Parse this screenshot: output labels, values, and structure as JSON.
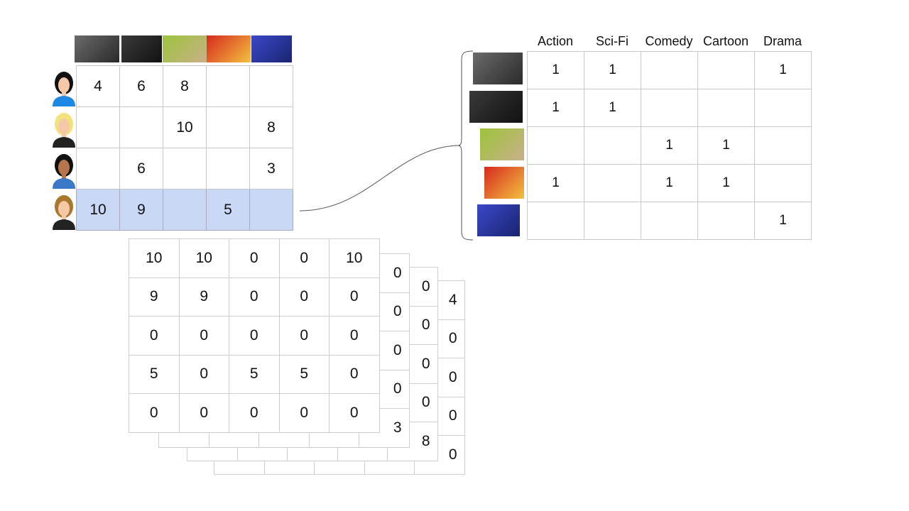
{
  "movies": [
    {
      "name": "star-wars",
      "c1": "#6b6b6b",
      "c2": "#2a2a2a"
    },
    {
      "name": "dark-knight-rises",
      "c1": "#3a3a3a",
      "c2": "#111111"
    },
    {
      "name": "shrek",
      "c1": "#9cc43a",
      "c2": "#c9b08a"
    },
    {
      "name": "incredibles",
      "c1": "#d62a1e",
      "c2": "#f3c040"
    },
    {
      "name": "drama-movie",
      "c1": "#3a48c8",
      "c2": "#1a2470"
    }
  ],
  "users": [
    {
      "name": "user-1",
      "hair": "#111111",
      "shirt": "#1e88e5",
      "skin": "#f5c9a8"
    },
    {
      "name": "user-2",
      "hair": "#f2e27a",
      "shirt": "#222222",
      "skin": "#f5c9a8"
    },
    {
      "name": "user-3",
      "hair": "#111111",
      "shirt": "#3c78c8",
      "skin": "#b8754a"
    },
    {
      "name": "user-4",
      "hair": "#a9782a",
      "shirt": "#222222",
      "skin": "#f5c9a8"
    }
  ],
  "ratings": [
    [
      "4",
      "6",
      "8",
      "",
      ""
    ],
    [
      "",
      "",
      "10",
      "",
      "8"
    ],
    [
      "",
      "6",
      "",
      "",
      "3"
    ],
    [
      "10",
      "9",
      "",
      "5",
      ""
    ]
  ],
  "highlight_color": "#c9d8f5",
  "genres": [
    "Action",
    "Sci-Fi",
    "Comedy",
    "Cartoon",
    "Drama"
  ],
  "genre_matrix": [
    [
      "1",
      "1",
      "",
      "",
      "1"
    ],
    [
      "1",
      "1",
      "",
      "",
      ""
    ],
    [
      "",
      "",
      "1",
      "1",
      ""
    ],
    [
      "1",
      "",
      "1",
      "1",
      ""
    ],
    [
      "",
      "",
      "",
      "",
      "1"
    ]
  ],
  "front_matrix": [
    [
      "10",
      "10",
      "0",
      "0",
      "10"
    ],
    [
      "9",
      "9",
      "0",
      "0",
      "0"
    ],
    [
      "0",
      "0",
      "0",
      "0",
      "0"
    ],
    [
      "5",
      "0",
      "5",
      "5",
      "0"
    ],
    [
      "0",
      "0",
      "0",
      "0",
      "0"
    ]
  ],
  "back_matrices_visible_column": [
    [
      "0",
      "0",
      "0",
      "0",
      "3"
    ],
    [
      "0",
      "0",
      "0",
      "0",
      "8"
    ],
    [
      "4",
      "0",
      "0",
      "0",
      "0"
    ]
  ]
}
